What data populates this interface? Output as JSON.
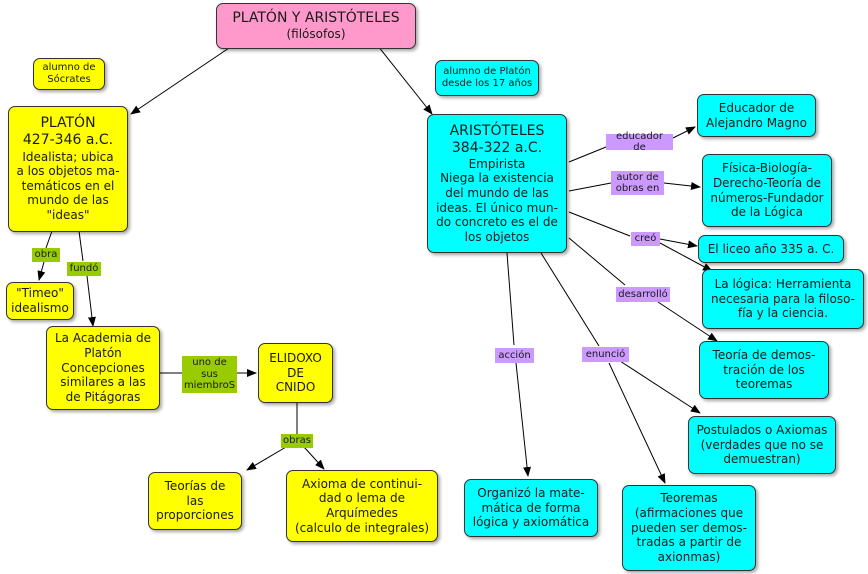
{
  "title": {
    "line1": "PLATÓN  Y  ARISTÓTELES",
    "line2": "(filósofos)"
  },
  "notes": {
    "socrates": [
      "alumno de",
      "Sócrates"
    ],
    "aristotle_student": [
      "alumno de Platón",
      "desde los 17 años"
    ]
  },
  "plato": {
    "lines": [
      "PLATÓN",
      "427-346 a.C.",
      "Idealista; ubica",
      "a los objetos ma-",
      "temáticos en el",
      "mundo de las",
      "\"ideas\""
    ],
    "links": {
      "obra": "obra",
      "fundo": "fundó",
      "miembro": [
        "uno de",
        "sus",
        "miembroS"
      ],
      "obras": "obras"
    },
    "timeo": [
      "\"Timeo\"",
      "idealismo"
    ],
    "academia": [
      "La Academia de",
      "Platón",
      "Concepciones",
      "similares a las",
      "de Pitágoras"
    ],
    "eudoxo": [
      "ELIDOXO",
      "DE",
      "CNIDO"
    ],
    "teorias": [
      "Teorías de",
      "las",
      "proporciones"
    ],
    "axioma": [
      "Axioma de continui-",
      "dad o lema de",
      "Arquímedes",
      "(calculo de integrales)"
    ]
  },
  "aristotle": {
    "lines": [
      "ARISTÓTELES",
      "384-322 a.C.",
      "Empirista",
      "Niega la existencia",
      "del mundo de las",
      "ideas. El único mun-",
      "do concreto es el de",
      "los objetos"
    ],
    "links": {
      "educador": "educador de",
      "autor": [
        "autor de",
        "obras en"
      ],
      "creo": "creó",
      "desarrollo": "desarrolló",
      "accion": "acción",
      "enuncio": "enunció"
    },
    "alejandro": [
      "Educador de",
      "Alejandro Magno"
    ],
    "fisica": [
      "Física-Biología-",
      "Derecho-Teoría de",
      "números-Fundador",
      "de la Lógica"
    ],
    "liceo": [
      "El liceo año 335 a. C."
    ],
    "logica": [
      "La lógica: Herramienta",
      "necesaria para la filoso-",
      "fía y la ciencia."
    ],
    "teoria_demo": [
      "Teoría de demos-",
      "tración de los",
      "teoremas"
    ],
    "postulados": [
      "Postulados o Axiomas",
      "(verdades que no se",
      "demuestran)"
    ],
    "organizo": [
      "Organizó la mate-",
      "mática de forma",
      "lógica y axiomática"
    ],
    "teoremas": [
      "Teoremas",
      "(afirmaciones que",
      "pueden ser demos-",
      "tradas a partir de",
      "axionmas)"
    ]
  },
  "colors": {
    "title": "#ff99cc",
    "plato_nodes": "#ffff00",
    "aristotle_nodes": "#00ffff",
    "plato_links": "#99cc00",
    "aristotle_links": "#cc99ff"
  }
}
